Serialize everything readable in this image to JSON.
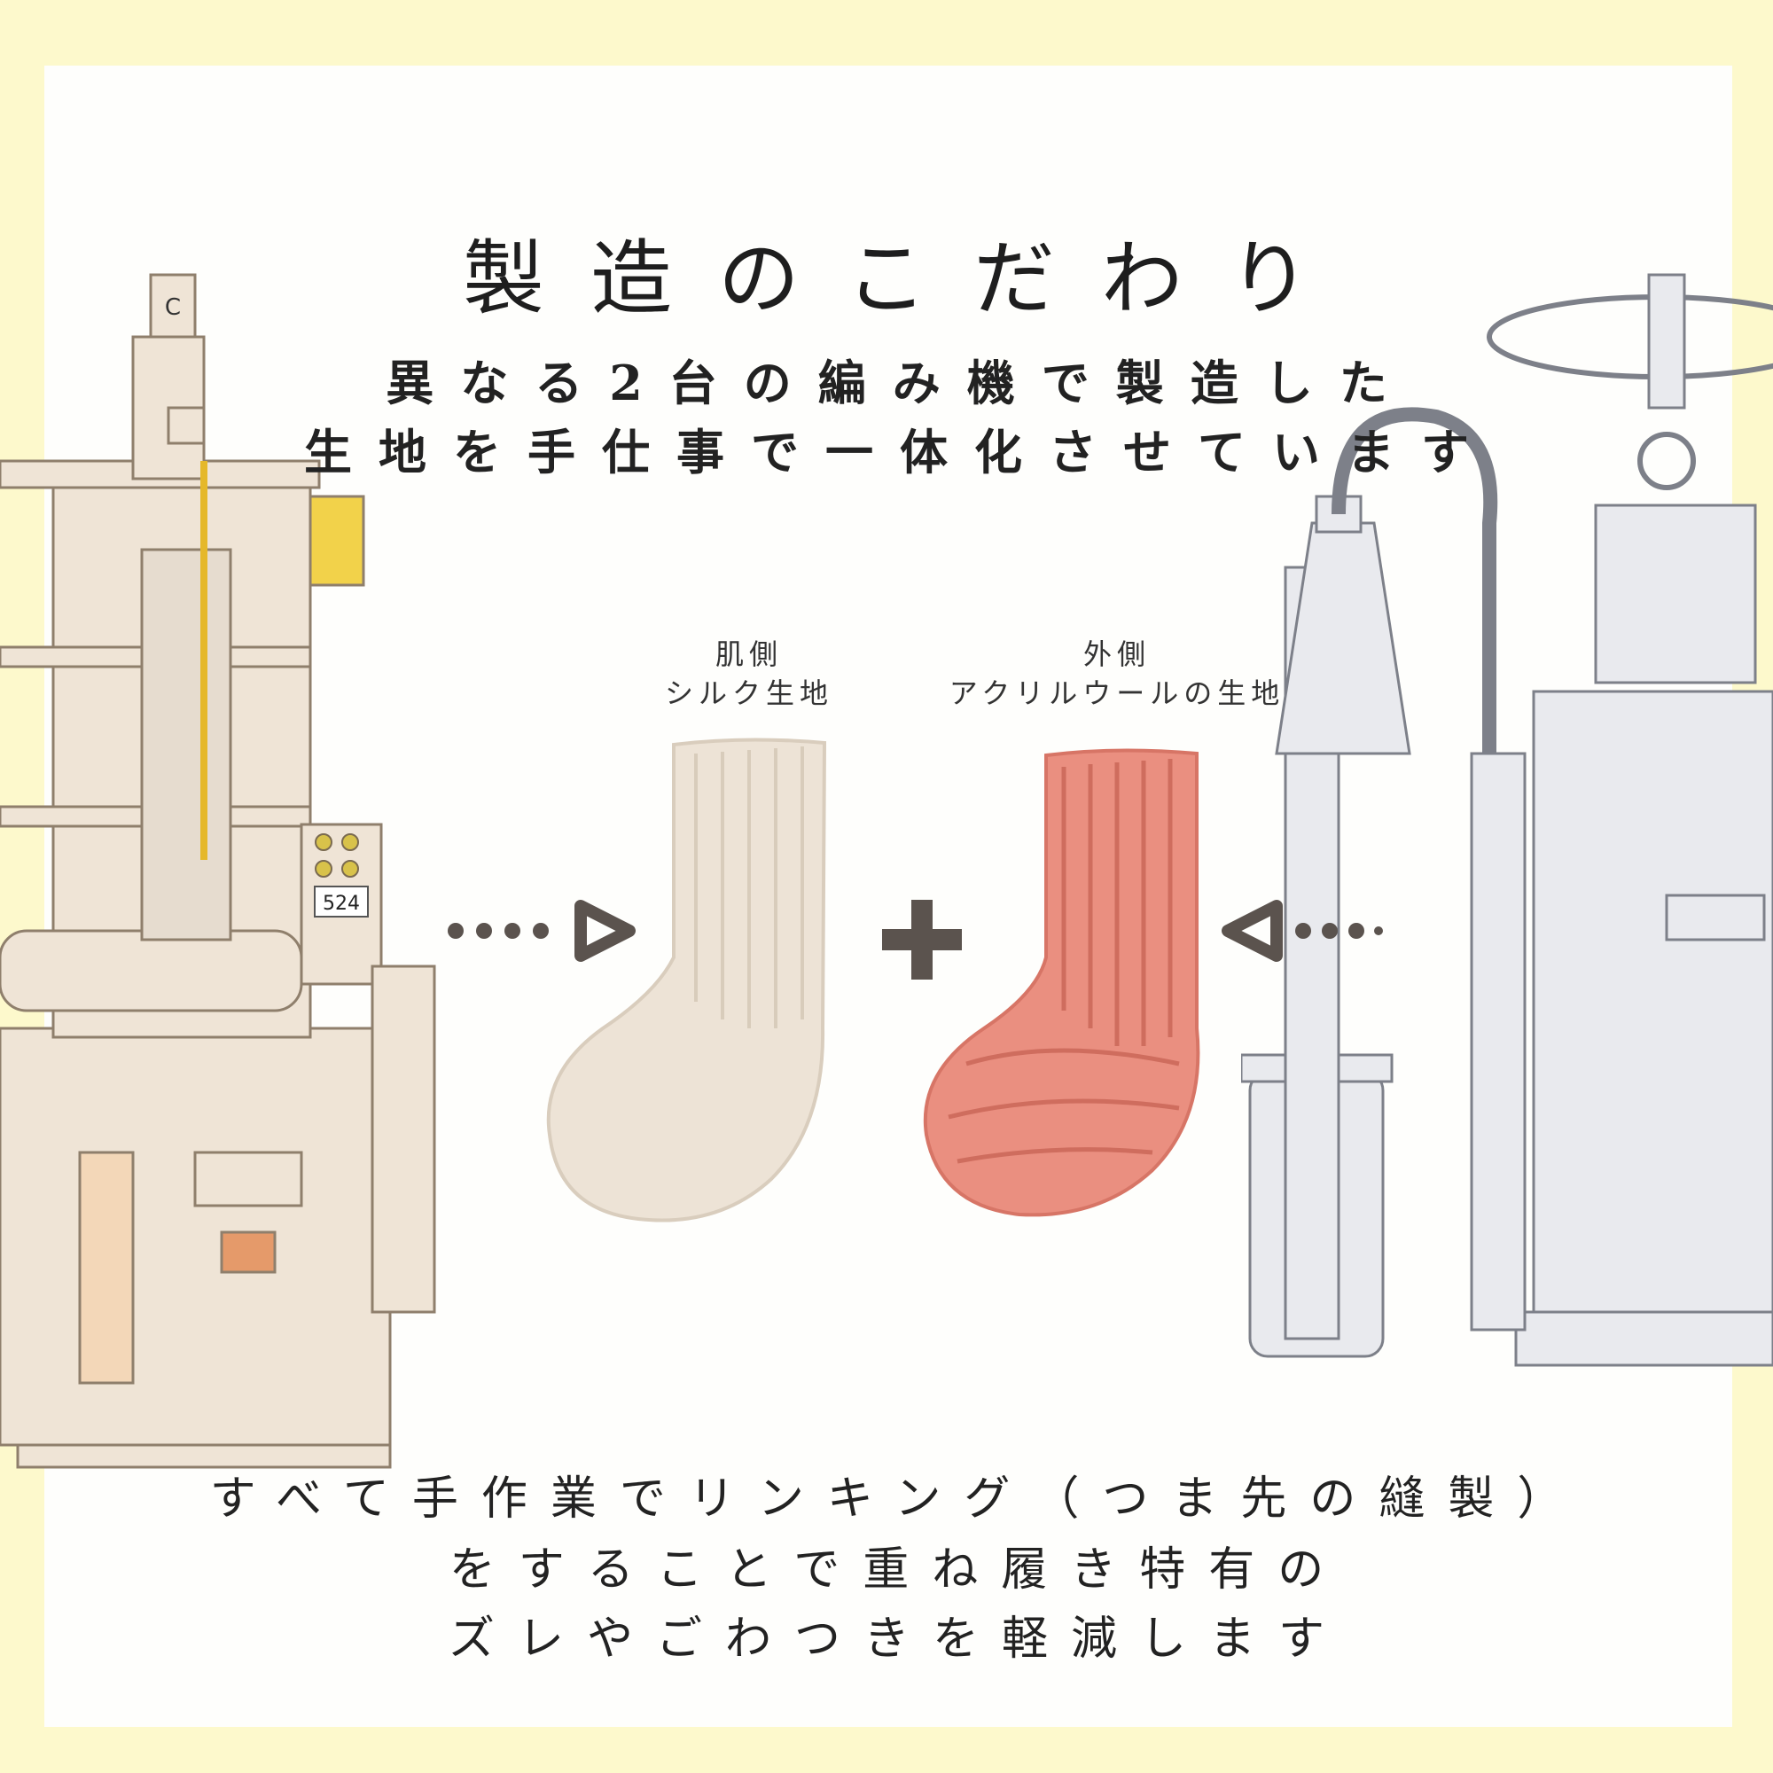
{
  "title": "製造のこだわり",
  "subtitle": {
    "line1": "異なる2台の編み機で製造した",
    "line2": "生地を手仕事で一体化させています"
  },
  "left_label": {
    "line1": "肌側",
    "line2": "シルク生地"
  },
  "right_label": {
    "line1": "外側",
    "line2": "アクリルウールの生地"
  },
  "machine_left_number": "524",
  "machine_left_tag": "C",
  "plus_symbol": "+",
  "bottom_text": {
    "line1": "すべて手作業でリンキング（つま先の縫製）",
    "line2": "をすることで重ね履き特有の",
    "line3": "ズレやごわつきを軽減します"
  },
  "colors": {
    "background_yellow": "#fdf9cc",
    "panel": "#fefefc",
    "sock_silk": "#ede3d6",
    "sock_wool": "#ea8f80",
    "arrow": "#5b534e"
  },
  "icons": [
    "arrow-right-icon",
    "plus-icon",
    "arrow-left-icon"
  ]
}
